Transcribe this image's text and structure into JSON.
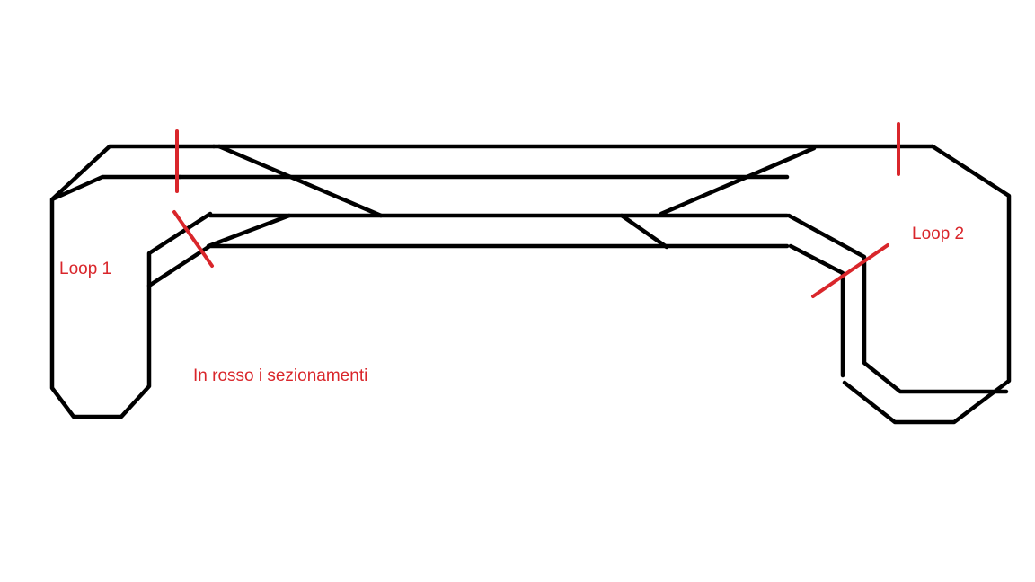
{
  "labels": {
    "loop1": "Loop 1",
    "loop2": "Loop 2",
    "legend": "In rosso i sezionamenti"
  },
  "colors": {
    "track": "#000000",
    "section_marker": "#d9262b",
    "label": "#d9262b",
    "background": "#ffffff"
  }
}
